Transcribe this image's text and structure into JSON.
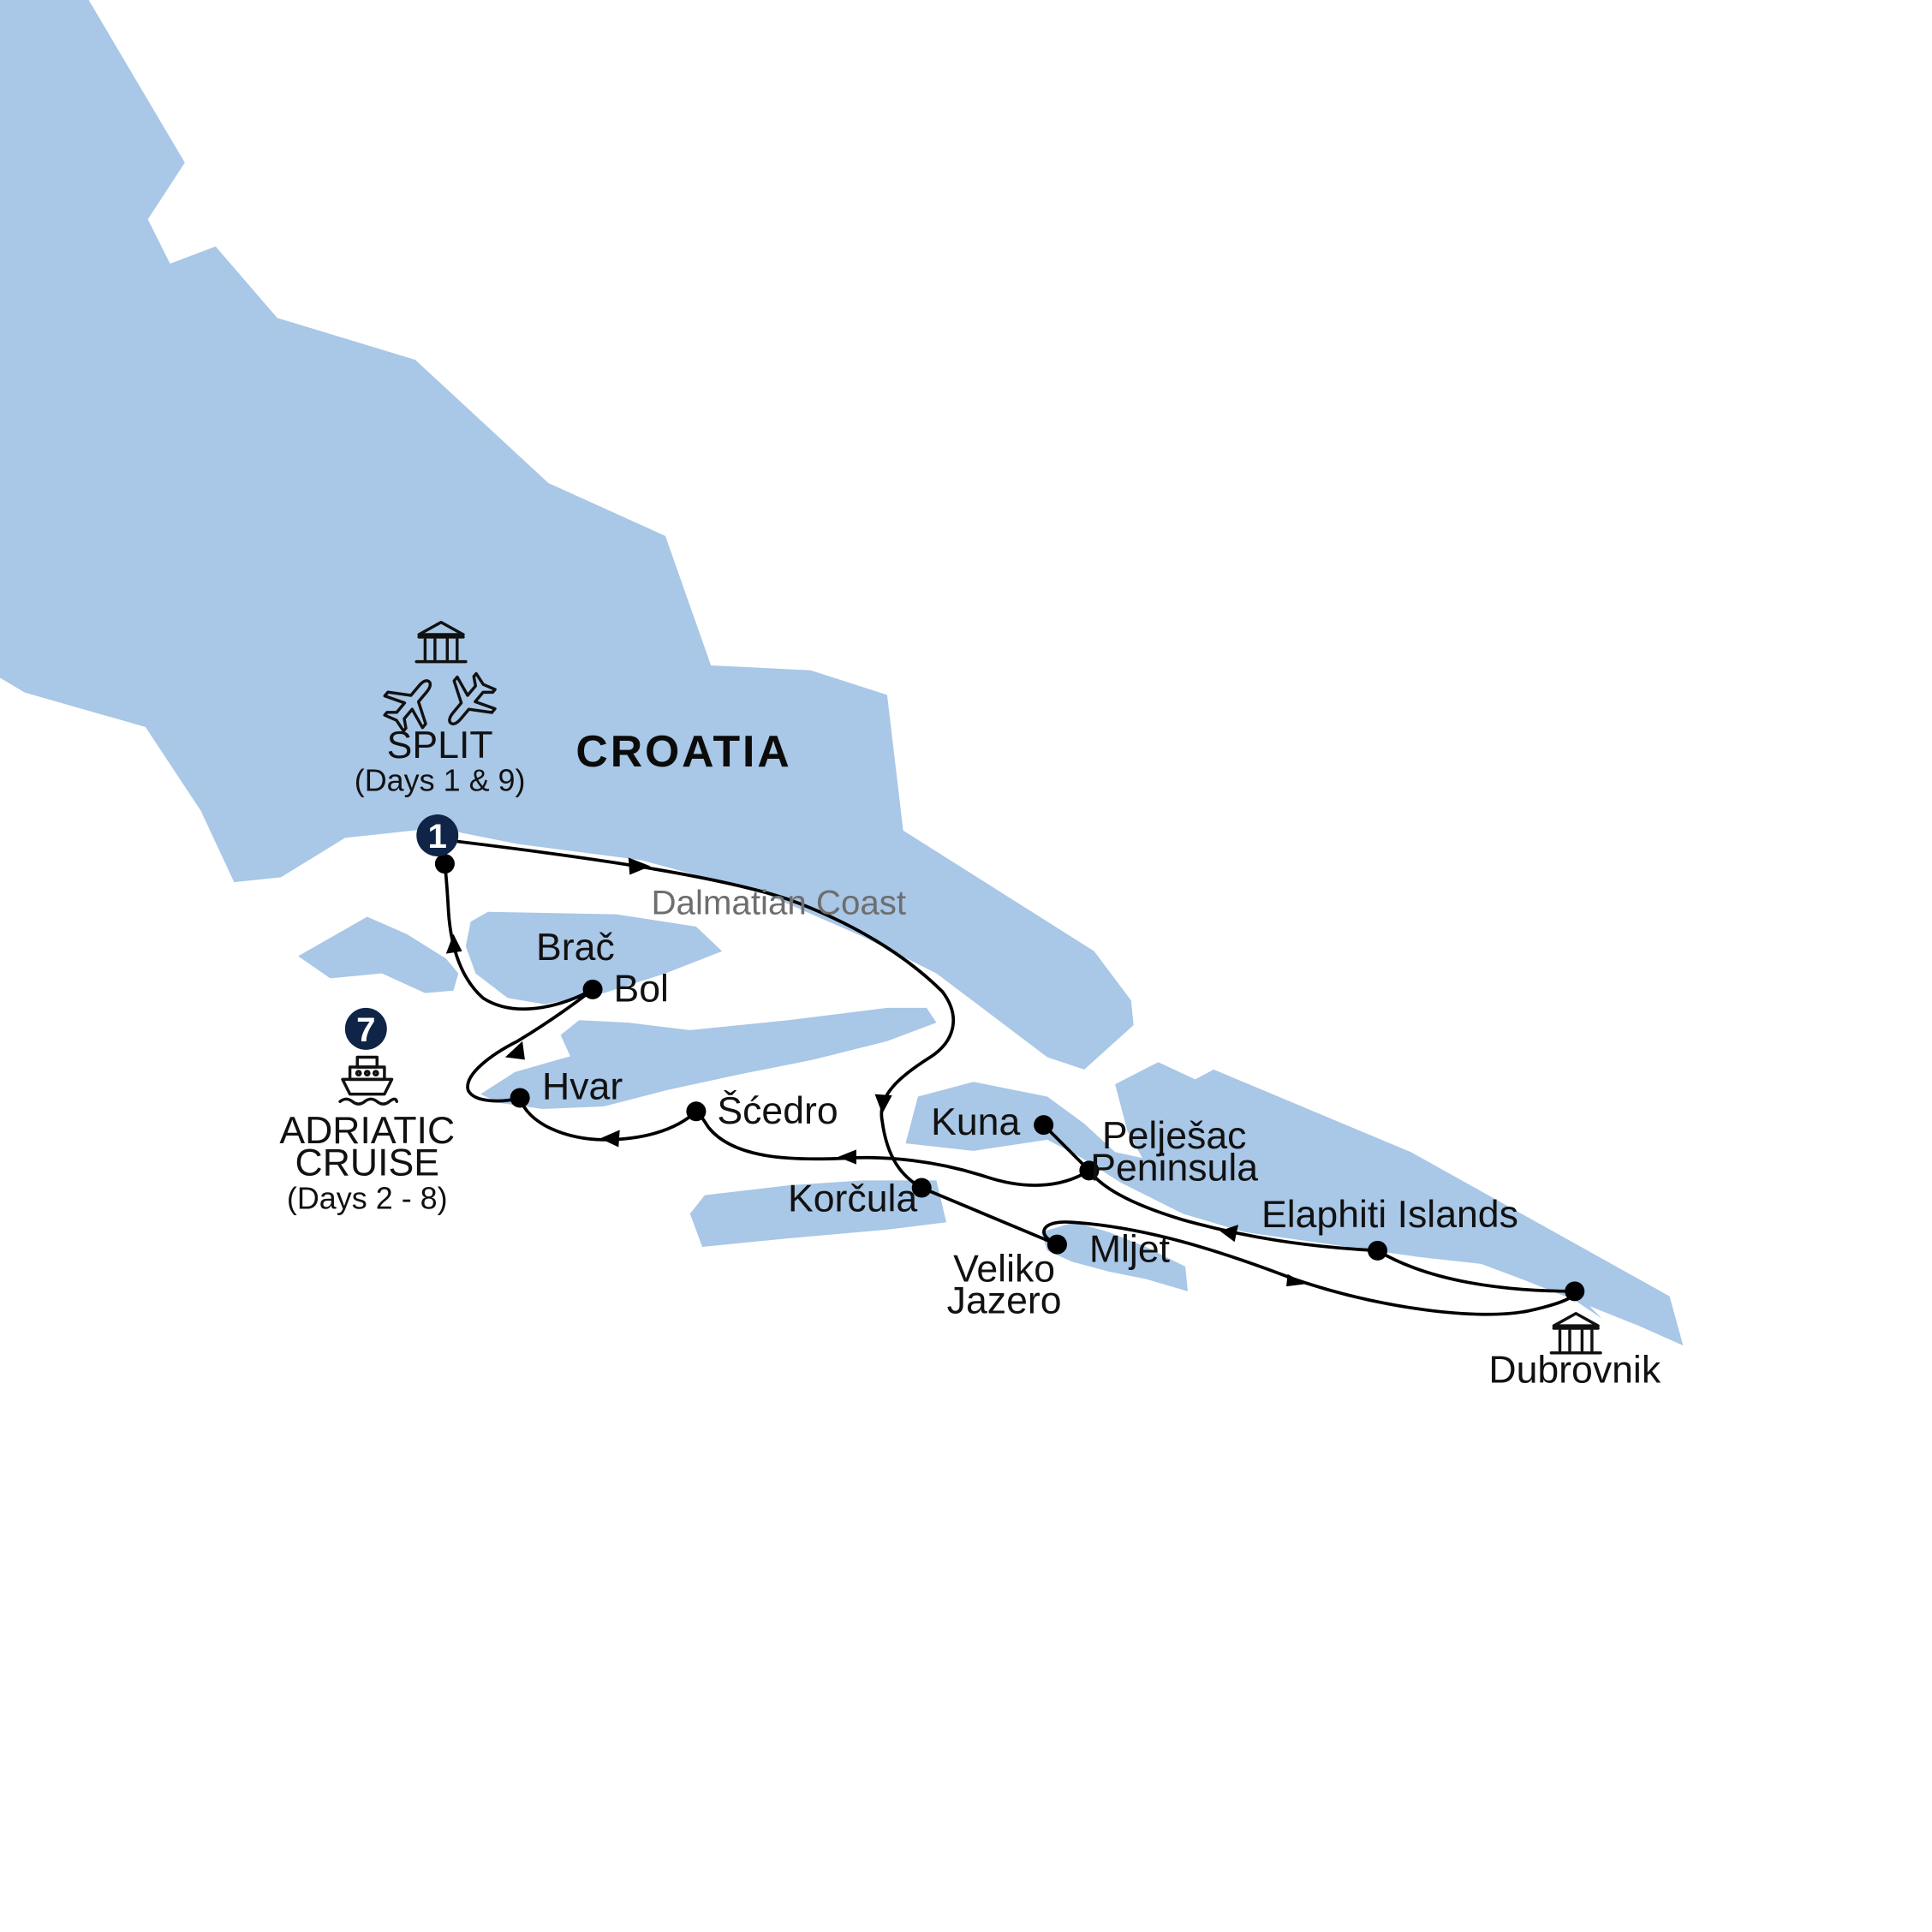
{
  "colors": {
    "land": "#a9c7e6",
    "route": "#000000",
    "badge": "#0f2447",
    "region_text": "#6e6e6e"
  },
  "labels": {
    "country": "CROATIA",
    "region": "Dalmatian Coast",
    "split": "SPLIT",
    "split_days": "(Days 1 & 9)",
    "cruise_line1": "ADRIATIC",
    "cruise_line2": "CRUISE",
    "cruise_days": "(Days 2 - 8)",
    "brac": "Brač",
    "bol": "Bol",
    "hvar": "Hvar",
    "scedro": "Šćedro",
    "korcula": "Korčula",
    "kuna": "Kuna",
    "peljesac_line1": "Pelješac",
    "peljesac_line2": "Peninsula",
    "veliko_line1": "Veliko",
    "veliko_line2": "Jazero",
    "mljet": "Mljet",
    "elaphiti": "Elaphiti Islands",
    "dubrovnik": "Dubrovnik"
  },
  "badges": {
    "split_nights": "1",
    "cruise_nights": "7"
  },
  "icons": {
    "split": [
      "landmark-icon",
      "airplane-arrival-icon",
      "airplane-departure-icon"
    ],
    "cruise": [
      "ship-icon"
    ],
    "dubrovnik": [
      "landmark-icon"
    ]
  }
}
